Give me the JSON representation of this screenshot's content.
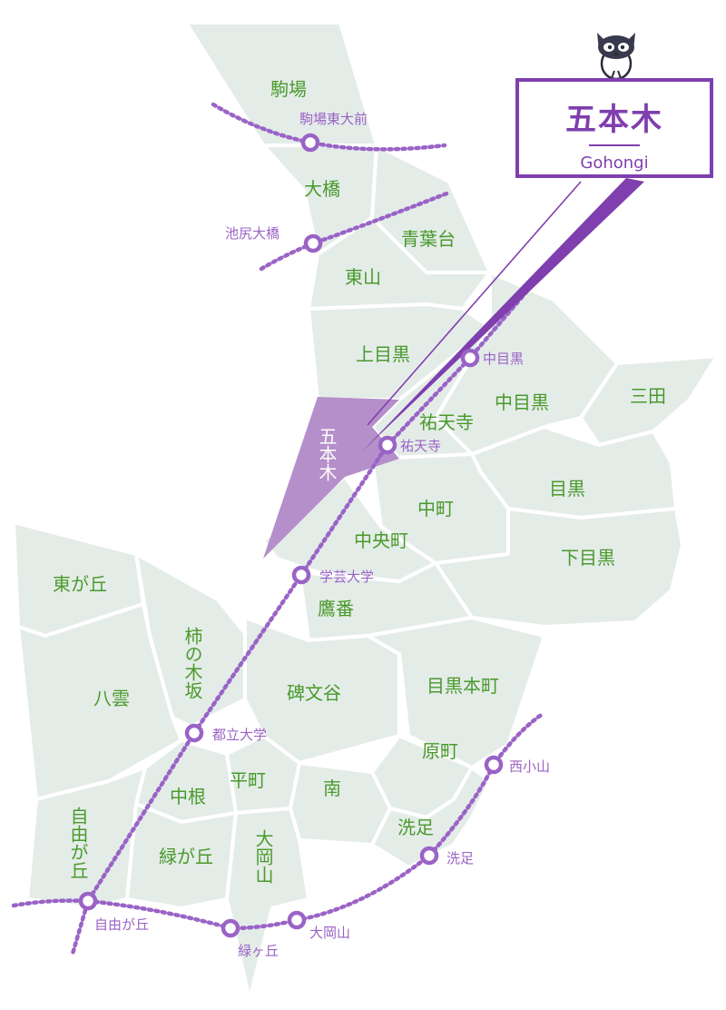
{
  "title": {
    "main": "五本木",
    "sub": "Gohongi"
  },
  "highlight": {
    "label": "五本木"
  },
  "areas": [
    "駒場",
    "大橋",
    "青葉台",
    "東山",
    "上目黒",
    "中目黒",
    "三田",
    "祐天寺",
    "目黒",
    "中町",
    "中央町",
    "下目黒",
    "鷹番",
    "東が丘",
    "柿の木坂",
    "八雲",
    "碑文谷",
    "目黒本町",
    "原町",
    "平町",
    "中根",
    "南",
    "洗足",
    "自由が丘",
    "緑が丘",
    "大岡山"
  ],
  "stations": [
    "駒場東大前",
    "池尻大橋",
    "中目黒",
    "祐天寺",
    "学芸大学",
    "都立大学",
    "西小山",
    "洗足",
    "自由が丘",
    "緑ヶ丘",
    "大岡山"
  ],
  "colors": {
    "area_fill": "#e4ece8",
    "highlight_fill": "#b48fc9",
    "area_label": "#4a9a2c",
    "rail_and_station": "#9a63c6",
    "title_accent": "#7f3fae"
  },
  "icons": {
    "mascot": "owl-mascot-icon"
  }
}
